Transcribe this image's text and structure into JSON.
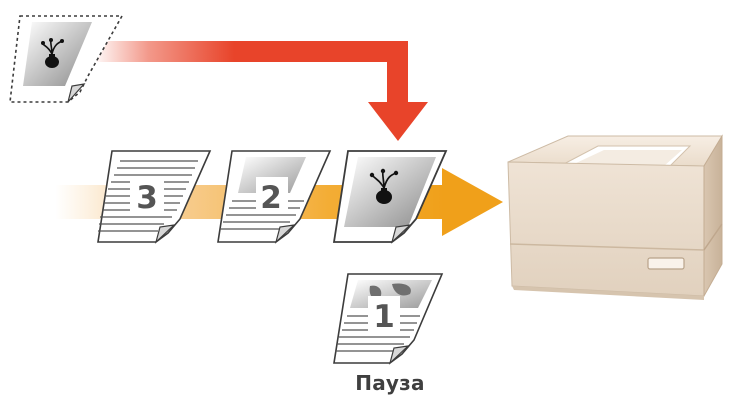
{
  "diagram": {
    "documents": {
      "queued_third": {
        "number": "3"
      },
      "queued_second": {
        "number": "2"
      },
      "paused_first": {
        "number": "1"
      },
      "interrupt": {
        "icon": "vase-photo-icon"
      },
      "interrupt_source": {
        "icon": "vase-photo-icon"
      }
    },
    "pause_label": "Пауза",
    "printer": {
      "icon": "printer-icon"
    },
    "colors": {
      "interrupt_arrow": "#e8442a",
      "queue_arrow": "#f3a81d",
      "printer_body": "#efe4d6",
      "page_outline": "#3c3c3c"
    }
  }
}
